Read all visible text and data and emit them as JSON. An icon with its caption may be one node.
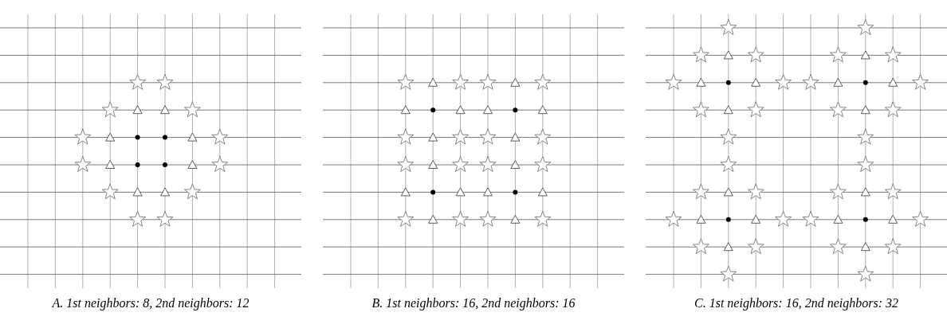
{
  "diagram": {
    "labels": [
      "A. 1st neighbors: 8, 2nd neighbors: 12",
      "B. 1st neighbors: 16, 2nd neighbors: 16",
      "C. 1st neighbors: 16, 2nd neighbors: 32"
    ]
  }
}
